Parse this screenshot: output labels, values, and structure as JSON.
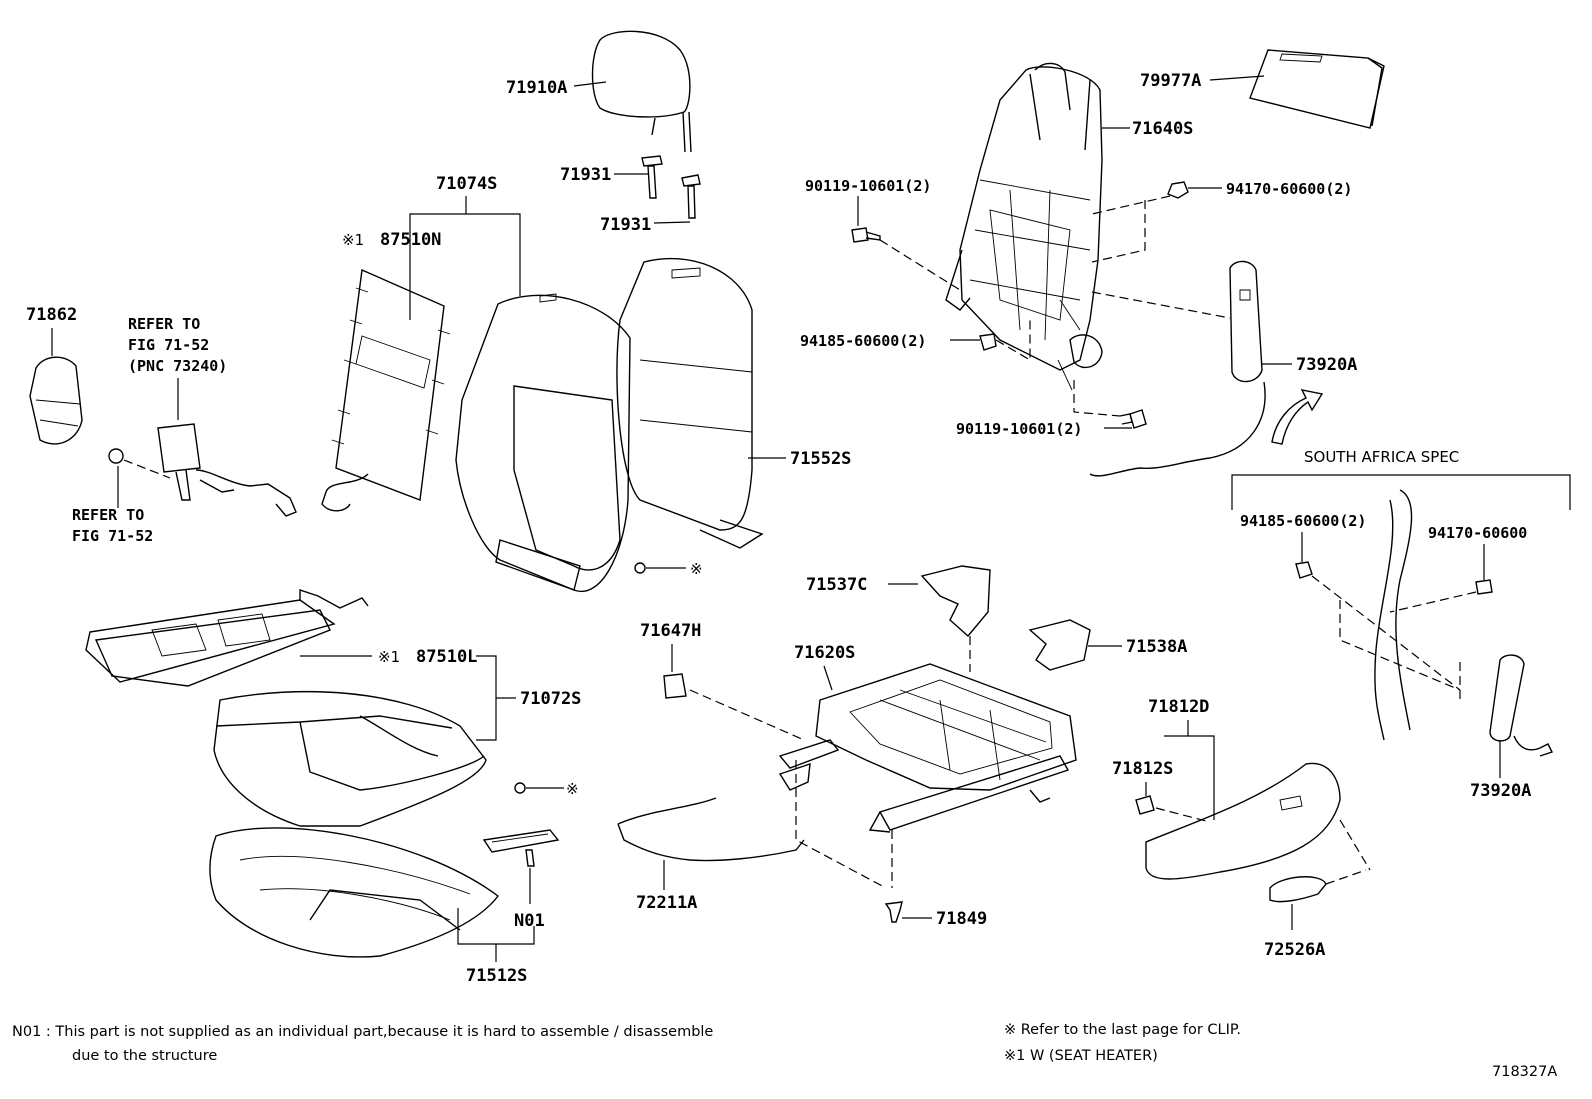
{
  "labels": {
    "p71910A": "71910A",
    "p79977A": "79977A",
    "p71931a": "71931",
    "p71931b": "71931",
    "p71640S": "71640S",
    "p71074S": "71074S",
    "heater1": "※1",
    "p87510N": "87510N",
    "b90119_top": "90119-10601(2)",
    "b94170_top": "94170-60600(2)",
    "p71862": "71862",
    "ref1_line1": "REFER TO",
    "ref1_line2": "FIG 71-52",
    "ref1_line3": "(PNC 73240)",
    "n94185_top": "94185-60600(2)",
    "p73920A_top": "73920A",
    "b90119_bottom": "90119-10601(2)",
    "p71552S": "71552S",
    "south_africa": "SOUTH AFRICA SPEC",
    "ref2_line1": "REFER TO",
    "ref2_line2": "FIG 71-52",
    "n94185_sa": "94185-60600(2)",
    "n94170_sa": "94170-60600",
    "clip_mark_upper": "※",
    "p71537C": "71537C",
    "p71647H": "71647H",
    "p71620S": "71620S",
    "p71538A": "71538A",
    "heater2": "※1",
    "p87510L": "87510L",
    "p71072S": "71072S",
    "p71812D": "71812D",
    "p71812S": "71812S",
    "p73920A_bottom": "73920A",
    "clip_mark_lower": "※",
    "pN01": "N01",
    "p72211A": "72211A",
    "p71849": "71849",
    "p72526A": "72526A",
    "p71512S": "71512S"
  },
  "notes": {
    "n01_line1": "N01 : This part is not supplied as an individual part,because it is hard to assemble / disassemble",
    "n01_line2": "due to the structure",
    "clip_note": "※   Refer to the last page for CLIP.",
    "heater_note": "※1  W (SEAT  HEATER)",
    "figure_id": "718327A"
  }
}
